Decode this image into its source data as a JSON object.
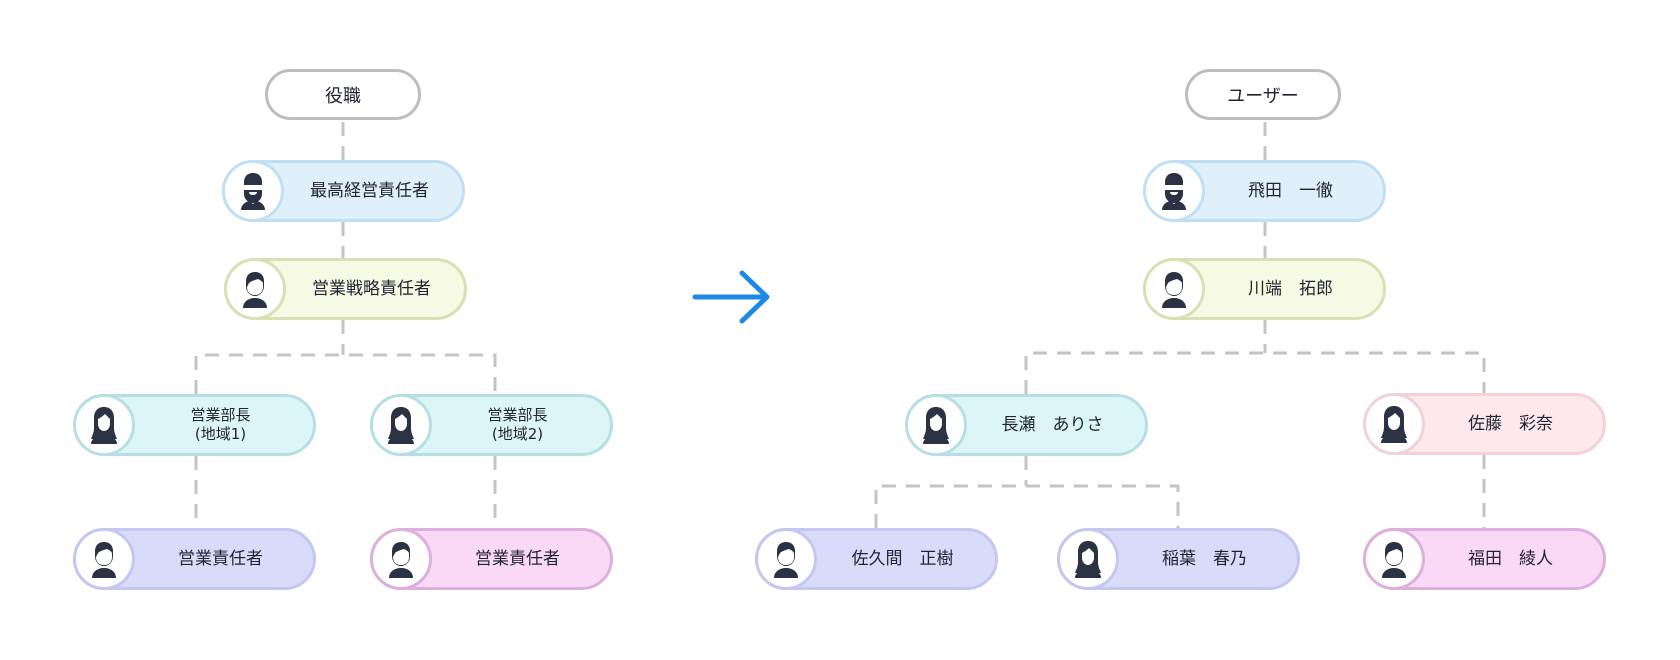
{
  "colors": {
    "connector": "#c4c4c4",
    "arrow": "#1e88e5",
    "avatar_fg": "#2b3244"
  },
  "left_tree": {
    "header": "役職",
    "nodes": [
      {
        "id": "ceo",
        "label": "最高経営責任者",
        "avatar": "male-beard-icon",
        "color": "blue"
      },
      {
        "id": "strategy",
        "label": "営業戦略責任者",
        "avatar": "male-icon",
        "color": "green"
      },
      {
        "id": "region1",
        "label": "営業部長\n(地域1)",
        "avatar": "female-icon",
        "color": "cyan"
      },
      {
        "id": "region2",
        "label": "営業部長\n(地域2)",
        "avatar": "female-icon",
        "color": "cyan"
      },
      {
        "id": "sales1",
        "label": "営業責任者",
        "avatar": "male-icon",
        "color": "indigo"
      },
      {
        "id": "sales2",
        "label": "営業責任者",
        "avatar": "male-icon",
        "color": "pink"
      }
    ]
  },
  "arrow": {
    "icon": "arrow-right-icon"
  },
  "right_tree": {
    "header": "ユーザー",
    "nodes": [
      {
        "id": "hida",
        "label": "飛田　一徹",
        "avatar": "male-beard-icon",
        "color": "blue"
      },
      {
        "id": "kawabata",
        "label": "川端　拓郎",
        "avatar": "male-icon",
        "color": "green"
      },
      {
        "id": "nagase",
        "label": "長瀬　ありさ",
        "avatar": "female-icon",
        "color": "cyan"
      },
      {
        "id": "sato",
        "label": "佐藤　彩奈",
        "avatar": "female-icon",
        "color": "rose"
      },
      {
        "id": "sakuma",
        "label": "佐久間　正樹",
        "avatar": "male-icon",
        "color": "indigo"
      },
      {
        "id": "inaba",
        "label": "稲葉　春乃",
        "avatar": "female-icon",
        "color": "indigo"
      },
      {
        "id": "fukuda",
        "label": "福田　綾人",
        "avatar": "male-icon",
        "color": "pink"
      }
    ]
  }
}
